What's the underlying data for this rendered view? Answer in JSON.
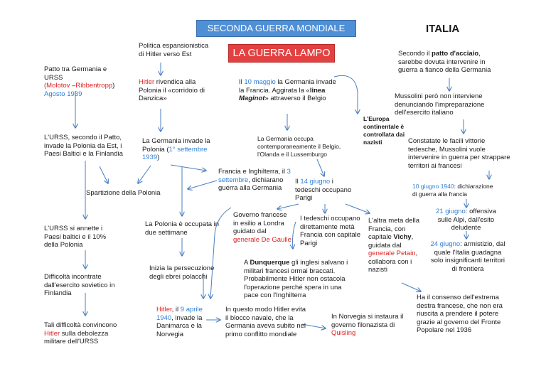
{
  "header": {
    "title": "SECONDA GUERRA MONDIALE",
    "subtitle": "LA GUERRA LAMPO",
    "country": "ITALIA"
  },
  "colors": {
    "title_box": "#4f8fd6",
    "subtitle_box": "#e34141",
    "highlight_red": "#e02020",
    "highlight_blue": "#2f7fd6",
    "arrow": "#4a7fc1"
  },
  "nodes": {
    "patto_pre": "Patto tra Germania e URSS",
    "molotov": "(Molotov",
    "dash": " –",
    "ribbentropp": "Ribbentropp",
    "close_paren": ")",
    "agosto": "Agosto 1939",
    "politica": "Politica espansionistica di Hitler verso Est",
    "hitler1": "Hitler",
    "rivendica": " rivendica alla Polonia il «corridoio di Danzica»",
    "il": "Il ",
    "maggio": "10 maggio",
    "invade_francia": " la Germania invade la Francia. Aggirata la «",
    "linea": "linea ",
    "maginot": "Maginot",
    "close_guil": "»",
    "belgio": " attraverso il Belgio",
    "italia_patto_pre": "Secondo il ",
    "patto_acciaio": "patto d'acciaio",
    "italia_patto_post": ", sarebbe dovuta intervenire in guerra a fianco della Germania",
    "mussolini": "Mussolini però non interviene denunciando l'impreparazione dell'esercito italiano",
    "europa": "L'Europa continentale è controllata dai nazisti",
    "urss_patto": "L'URSS, secondo il Patto, invade la Polonia da Est, i Paesi Baltici e la Finlandia",
    "germania_polonia": "La Germania invade la Polonia  (",
    "settembre": "1° settembre 1939",
    "close_p": ")",
    "occupa": "La Germania occupa contemporaneamente il Belgio, l'Olanda e il Lussemburgo",
    "constatate": "Constatate le facili vittorie tedesche, Mussolini vuole intervenire in guerra per strappare territori ai francesi",
    "francia_ing": "Francia e Inghilterra, il ",
    "tre_sett": "3 settembre",
    "dichiarano": ", dichiarano guerra alla Germania",
    "il2": "Il ",
    "giugno14": "14 giugno",
    "tedeschi_occ": " i tedeschi occupano Parigi",
    "giugno10": "10 giugno 1940",
    "dich_francia": ": dichiarazione di guerra alla francia",
    "spartizione": "Spartizione della Polonia",
    "governo1": "Governo francese in esilio a Londra guidato dal ",
    "degaulle": "generale De Gaulle",
    "tedeschi_dir": "I tedeschi occupano direttamente metà Francia con capitale Parigi",
    "altra_pre": "L'altra meta della Francia, con capitale ",
    "vichy": "Vichy",
    "altra_mid": ", guidata dal ",
    "petain": "generale Petain",
    "altra_post": ", collabora con i nazisti",
    "giugno21": "21 giugno",
    "offensiva": ": offensiva sulle Alpi, dall'esito deludente",
    "urss_annette": "L'URSS si annette i Paesi baltici e il 10% della Polonia",
    "polonia_occ": "La Polonia è occupata in due settimane",
    "giugno24": "24 giugno",
    "armistizio": ": armistizio, dal quale l'Italia guadagna solo insignificanti territori di frontiera",
    "a": "A ",
    "dunquerque": "Dunquerque",
    "dunquerque_post": " gli inglesi salvano i militari francesi ormai braccati. Probabilmente Hitler non ostacola l'operazione perché spera in una pace con l'Inghilterra",
    "persecuzione": "Inizia la persecuzione degli ebrei polacchi",
    "difficolta": "Difficoltà incontrate dall'esercito sovietico in Finlandia",
    "consenso": "Ha il consenso dell'estrema destra francese, che non era riuscita a prendere il potere grazie al governo del Fronte Popolare nel 1936",
    "hitler2": "Hitler",
    "il_comma": ", il ",
    "aprile": "9 aprile 1940",
    "danimarca": ", invade la Danimarca e la Norvegia",
    "blocco": "In questo modo Hitler evita il blocco navale, che la Germania aveva subito nel primo conflitto mondiale",
    "norvegia": "In Norvegia si instaura il governo filonazista di ",
    "quisling": "Quisling",
    "tali_pre": "Tali difficoltà convincono ",
    "hitler3": "Hitler",
    "tali_post": " sulla debolezza militare dell'URSS"
  }
}
